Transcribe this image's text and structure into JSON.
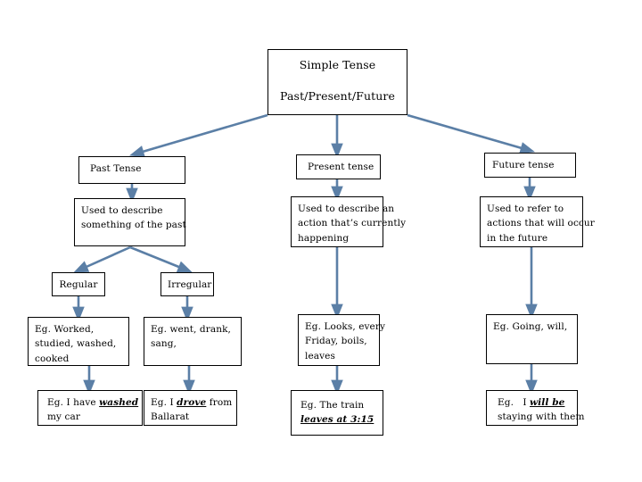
{
  "page": {
    "title": "Simple Tense",
    "background_color": "#ffffff",
    "connector_color": "#5b7fa6",
    "border_color": "#000000"
  },
  "nodes": {
    "root": {
      "line1": "Simple Tense",
      "line2": "Past/Present/Future"
    },
    "past_tense": {
      "label": "Past Tense"
    },
    "present_tense": {
      "label": "Present tense"
    },
    "future_tense": {
      "label": "Future tense"
    },
    "past_desc": {
      "line1": "Used to describe",
      "line2": "something of the past"
    },
    "present_desc": {
      "line1": "Used to describe an",
      "line2": "action that’s currently",
      "line3": "happening"
    },
    "future_desc": {
      "line1": "Used to refer to",
      "line2": "actions that will occur",
      "line3": "in the future"
    },
    "regular": {
      "label": "Regular"
    },
    "irregular": {
      "label": "Irregular"
    },
    "eg_regular": {
      "line1": "Eg. Worked,",
      "line2": "studied, washed,",
      "line3": "cooked"
    },
    "eg_irregular": {
      "line1": "Eg. went, drank,",
      "line2": "sang,"
    },
    "eg_present": {
      "line1": "Eg. Looks, every",
      "line2": "Friday, boils,",
      "line3": "leaves"
    },
    "eg_future": {
      "line1": "Eg. Going, will,"
    },
    "sent_regular": {
      "prefix": "Eg. I have ",
      "emphasis": "washed",
      "line2": "my car"
    },
    "sent_irregular": {
      "prefix": "Eg. I ",
      "emphasis": "drove",
      "suffix": " from",
      "line2": "Ballarat"
    },
    "sent_present": {
      "line1": "Eg. The train",
      "emphasis": "leaves at 3:15"
    },
    "sent_future": {
      "prefix": "Eg.   I ",
      "emphasis": "will be",
      "line2": "staying with them"
    }
  }
}
